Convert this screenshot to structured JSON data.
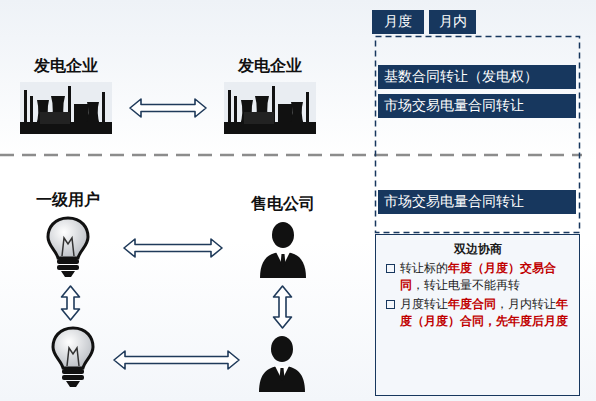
{
  "diagram": {
    "nodes": [
      {
        "text": [
          "发电企业"
        ]
      },
      {
        "text": [
          "发电企业"
        ]
      },
      {
        "text": [
          "一级用户"
        ]
      },
      {
        "text": [
          "售电公司"
        ]
      },
      {
        "text": []
      },
      {
        "text": []
      },
      {
        "text": [
          "月度"
        ]
      },
      {
        "text": [
          "月内"
        ]
      },
      {
        "text": [
          "基数合同转让（发电权）"
        ]
      },
      {
        "text": [
          "市场交易电量合同转让"
        ]
      },
      {
        "text": [
          "市场交易电量合同转让"
        ]
      },
      {
        "text": [
          "双边协商",
          "转让标的年度（月度）交易合同，转让电量不能再转",
          "月度转让年度合同，月内转让年度（月度）合同，先年度后月度"
        ]
      }
    ],
    "edges": [
      {
        "from": 0,
        "to": 1,
        "arrow": "both"
      },
      {
        "from": 2,
        "to": 3,
        "arrow": "both"
      },
      {
        "from": 2,
        "to": 4,
        "arrow": "both"
      },
      {
        "from": 3,
        "to": 5,
        "arrow": "both"
      },
      {
        "from": 4,
        "to": 5,
        "arrow": "both"
      }
    ]
  }
}
